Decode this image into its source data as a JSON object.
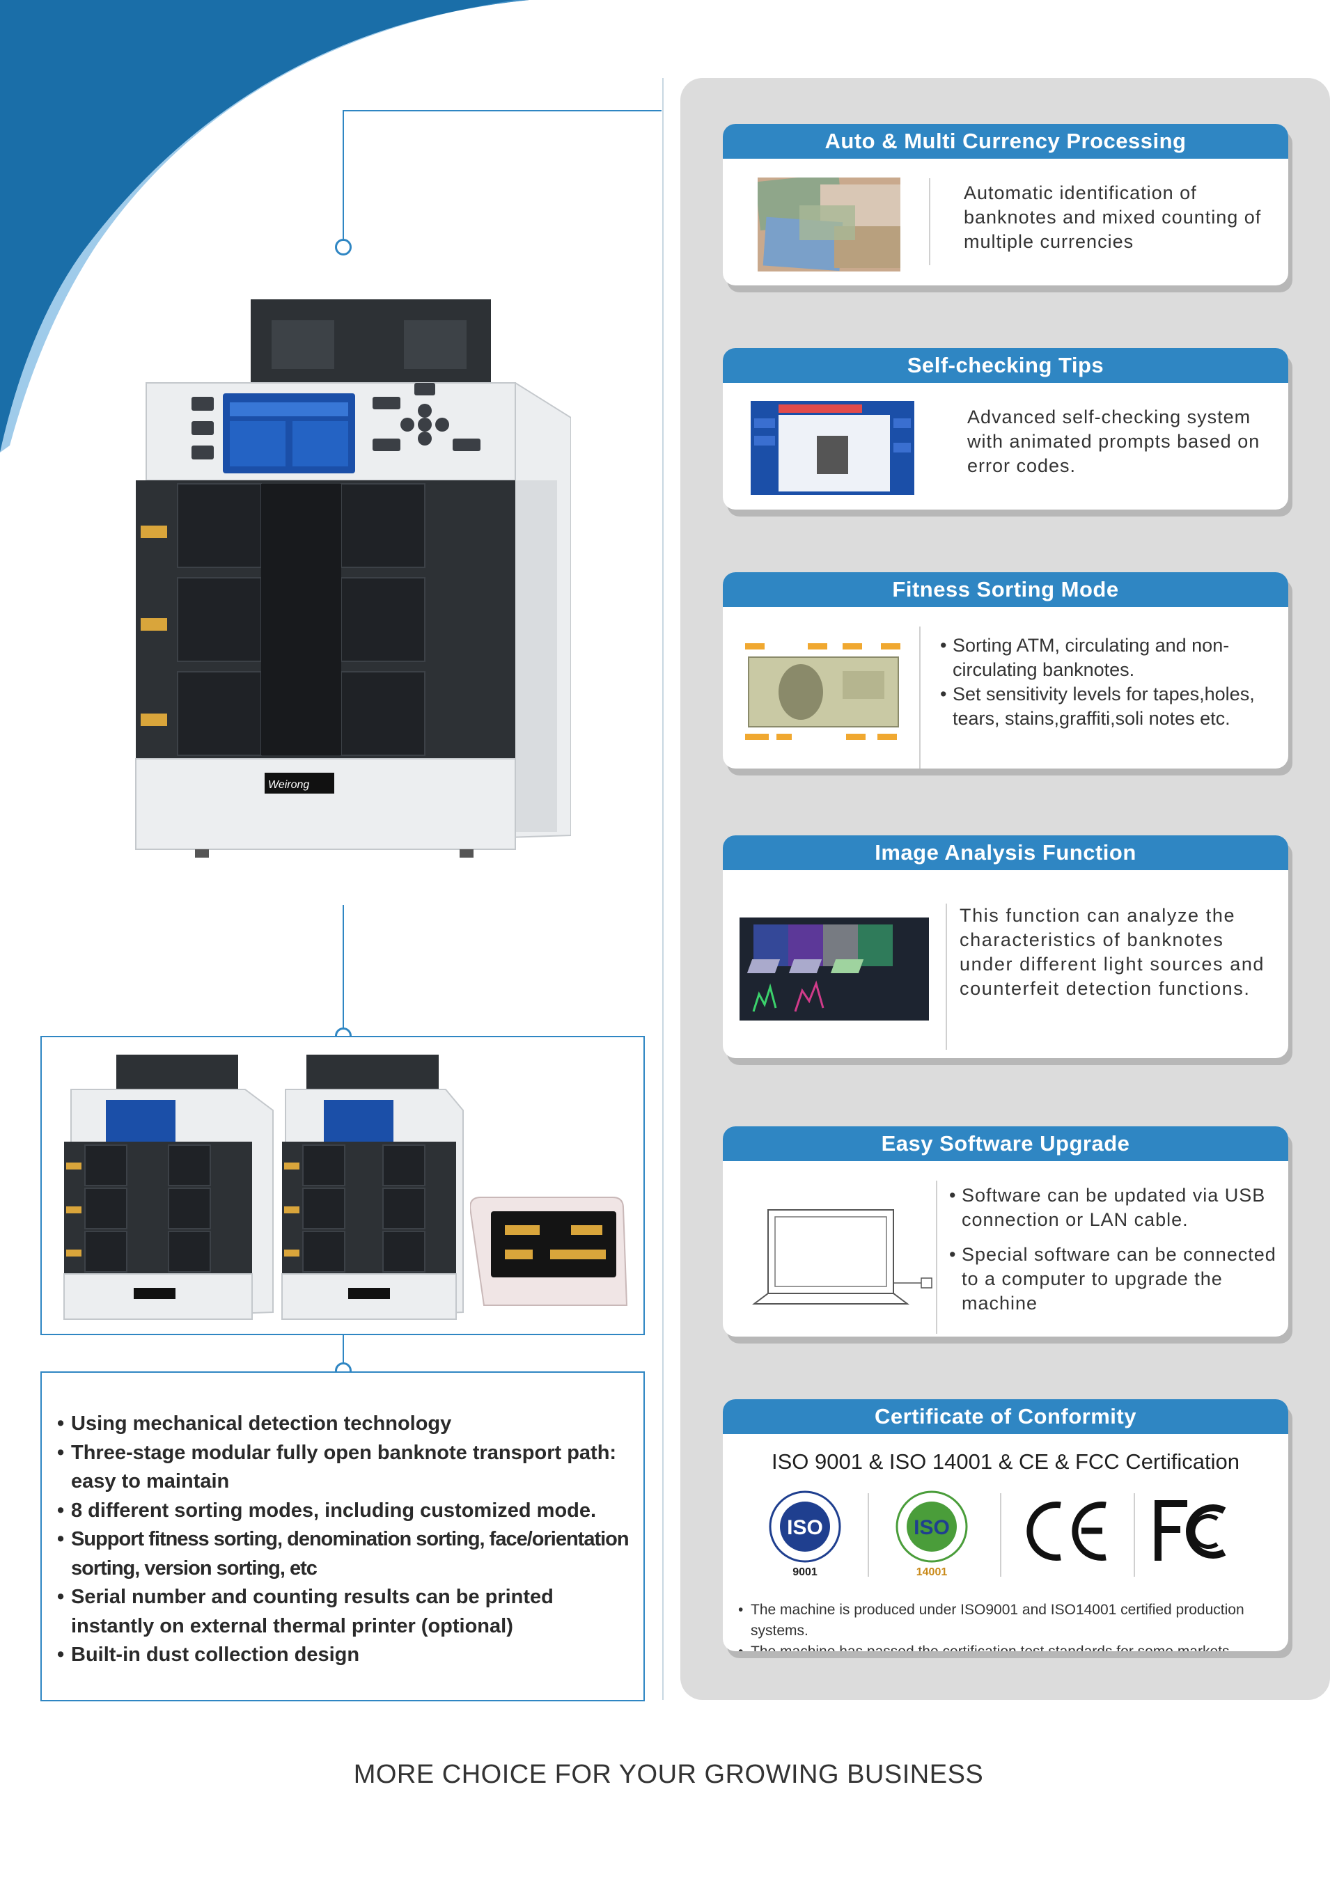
{
  "brand": {
    "logo_text": "Weirong"
  },
  "features": {
    "items": [
      "Using mechanical detection technology",
      "Three-stage modular fully open banknote transport path: easy to maintain",
      "8 different sorting modes, including customized mode.",
      "Support fitness sorting, denomination sorting, face/orientation sorting, version sorting, etc",
      "Serial number and counting results can be printed instantly on external thermal printer (optional)",
      "Built-in dust collection design"
    ]
  },
  "cards": {
    "currency": {
      "title": "Auto & Multi Currency Processing",
      "text": "Automatic identification of banknotes and mixed counting of multiple currencies"
    },
    "selfcheck": {
      "title": "Self-checking Tips",
      "text": "Advanced self-checking system with animated prompts based on error codes."
    },
    "fitness": {
      "title": "Fitness Sorting Mode",
      "bullets": [
        "Sorting ATM, circulating and non-circulating banknotes.",
        "Set sensitivity levels for tapes,holes, tears, stains,graffiti,soli notes etc."
      ]
    },
    "image": {
      "title": "Image Analysis Function",
      "text": "This function can analyze the characteristics of banknotes under different light sources and counterfeit detection functions."
    },
    "software": {
      "title": "Easy Software Upgrade",
      "bullets": [
        "Software can be updated via USB connection or LAN cable.",
        "Special software can be connected to a computer to upgrade the machine"
      ]
    },
    "cert": {
      "title": "Certificate of Conformity",
      "subtitle": "ISO 9001 & ISO 14001 & CE & FCC Certification",
      "logos": [
        "ISO 9001",
        "ISO 14001",
        "CE",
        "FC"
      ],
      "notes": [
        "The machine is produced under ISO9001 and ISO14001 certified production systems.",
        "The machine has passed the certification test standards for some markets."
      ]
    }
  },
  "footer": {
    "tagline": "MORE CHOICE FOR YOUR GROWING BUSINESS"
  },
  "colors": {
    "accent": "#2f86c3",
    "panel": "#dcdcdc",
    "swoosh": "#1a6ea8"
  }
}
